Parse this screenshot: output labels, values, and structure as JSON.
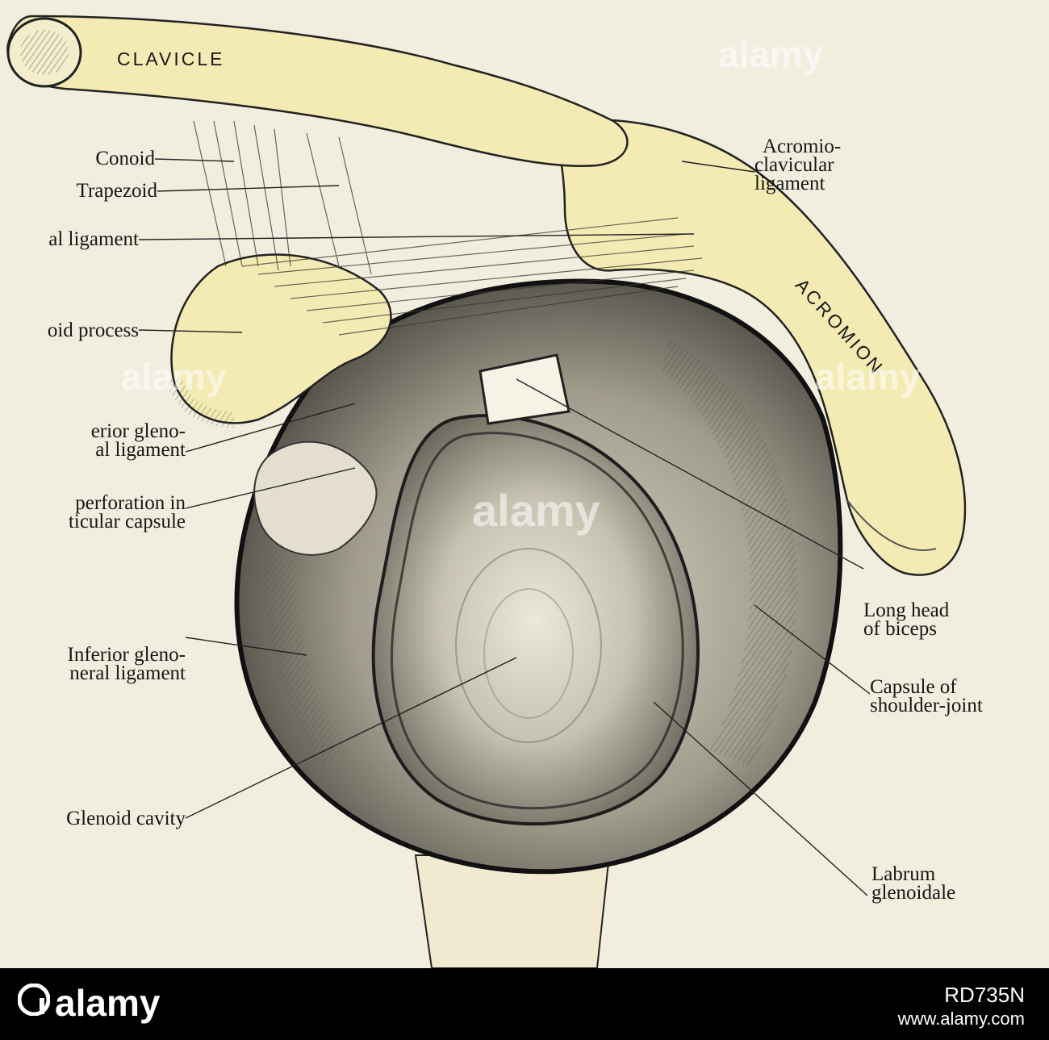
{
  "figure": {
    "bone_labels": {
      "clavicle": "CLAVICLE",
      "acromion": "ACROMION"
    },
    "labels": {
      "conoid": "Conoid",
      "trapezoid": "Trapezoid",
      "coracoacromial": "al ligament",
      "coracoid_process": "oid process",
      "superior_gleno_1": "erior gleno-",
      "superior_gleno_2": "al ligament",
      "perforation_1": "perforation in",
      "perforation_2": "ticular capsule",
      "inferior_gleno_1": "Inferior gleno-",
      "inferior_gleno_2": "neral ligament",
      "glenoid_cavity": "Glenoid cavity",
      "acromioclavicular_1": "Acromio-",
      "acromioclavicular_2": "clavicular",
      "acromioclavicular_3": "ligament",
      "long_head_1": "Long head",
      "long_head_2": "of biceps",
      "capsule_1": "Capsule of",
      "capsule_2": "shoulder-joint",
      "labrum_1": "Labrum",
      "labrum_2": "glenoidale"
    }
  },
  "watermark": {
    "text": "alamy"
  },
  "footer": {
    "brand": "alamy",
    "image_id": "RD735N",
    "url": "www.alamy.com"
  },
  "colors": {
    "paper": "#f1eedf",
    "bone": "#f4ebb4",
    "ink": "#161616",
    "footer_bg": "#000000"
  }
}
